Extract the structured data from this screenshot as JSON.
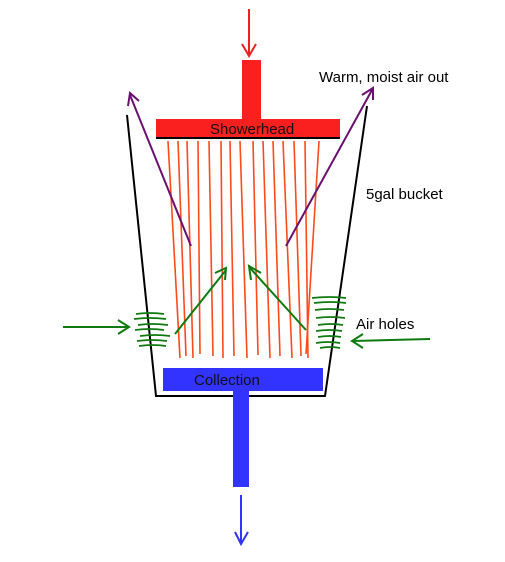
{
  "labels": {
    "showerhead": "Showerhead",
    "collection": "Collection",
    "warm_air": "Warm, moist air out",
    "bucket": "5gal bucket",
    "air_holes": "Air holes"
  },
  "colors": {
    "water_in": "#ee2020",
    "showerhead": "#fa2020",
    "streams": "#ff4a1a",
    "collection": "#3333ff",
    "air_in": "#0f7a0f",
    "moist_air": "#6a1070",
    "bucket_outline": "#000000"
  },
  "icons": {
    "inlet": "arrow-down-icon",
    "outlet": "arrow-down-icon",
    "airflow": "arrow-icon"
  }
}
